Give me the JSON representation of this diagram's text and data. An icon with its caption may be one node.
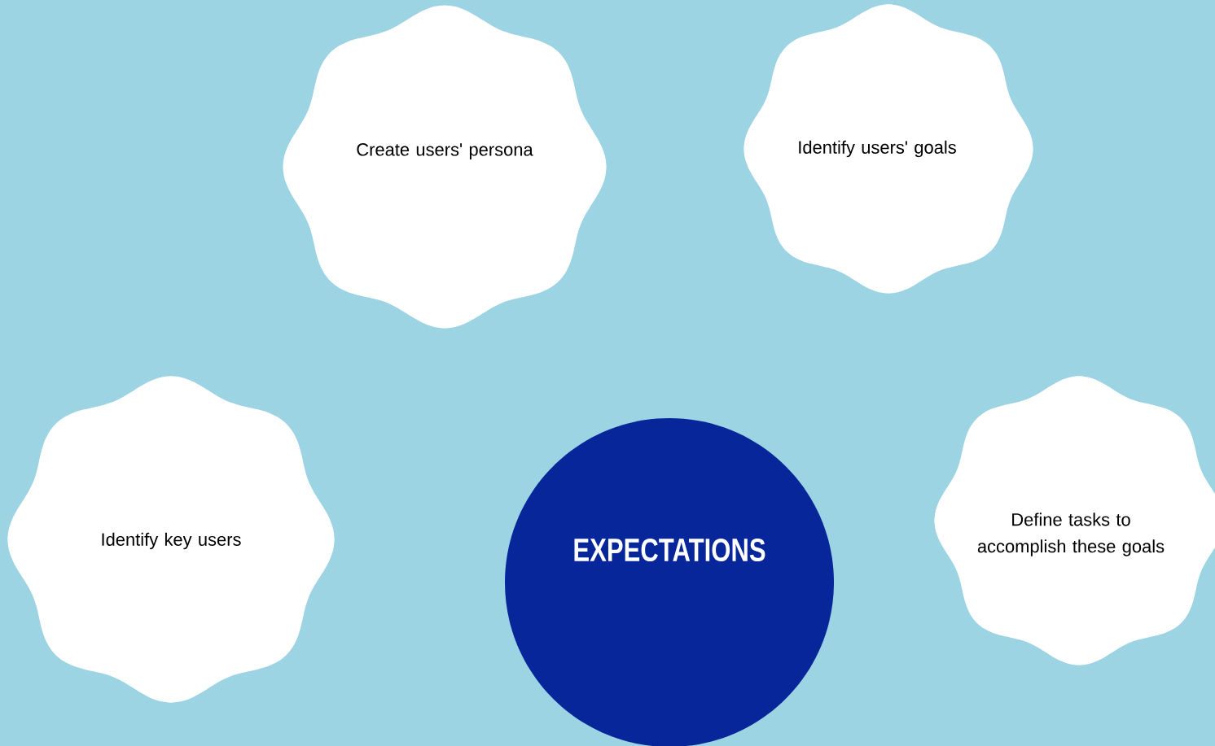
{
  "diagram": {
    "nodes": [
      {
        "text": [
          "Create users' persona"
        ]
      },
      {
        "text": [
          "Identify users' goals"
        ]
      },
      {
        "text": [
          "Identify key users"
        ]
      },
      {
        "text": [
          "EXPECTATIONS"
        ]
      },
      {
        "text": [
          "Define tasks to accomplish these goals"
        ]
      }
    ]
  }
}
